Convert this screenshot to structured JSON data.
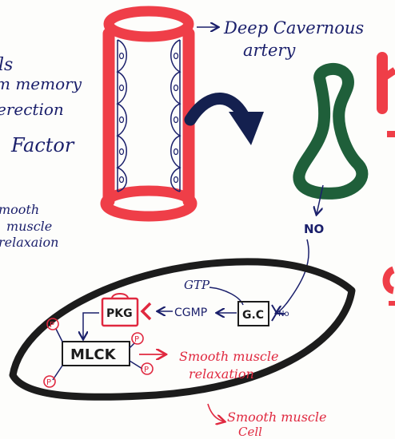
{
  "colors": {
    "ink": "#1a1f6b",
    "red": "#ef3e48",
    "green": "#1f5f3a",
    "navy": "#14204f",
    "black": "#1c1c1c",
    "pink": "#e0283f"
  },
  "left_notes": {
    "line1": "ls",
    "line2": "m memory",
    "line3": "erection",
    "line4": "Factor",
    "sm1": "mooth",
    "sm2": "muscle",
    "sm3": "relaxaion"
  },
  "artery": {
    "label_line1": "Deep Cavernous",
    "label_line2": "artery"
  },
  "endothelium": {
    "no_label": "NO"
  },
  "cell": {
    "gtp": "GTP",
    "gc": "G.C",
    "no_small": "No",
    "cgmp": "CGMP",
    "pkg": "PKG",
    "mlck": "MLCK",
    "phospho": "P",
    "relax_line1": "Smooth muscle",
    "relax_line2": "relaxation",
    "cell_line1": "Smooth muscle",
    "cell_line2": "Cell"
  },
  "icons": [
    "artery-icon",
    "endothelial-cell-icon",
    "curved-arrow-icon",
    "smooth-muscle-cell-icon",
    "phosphate-icon"
  ]
}
